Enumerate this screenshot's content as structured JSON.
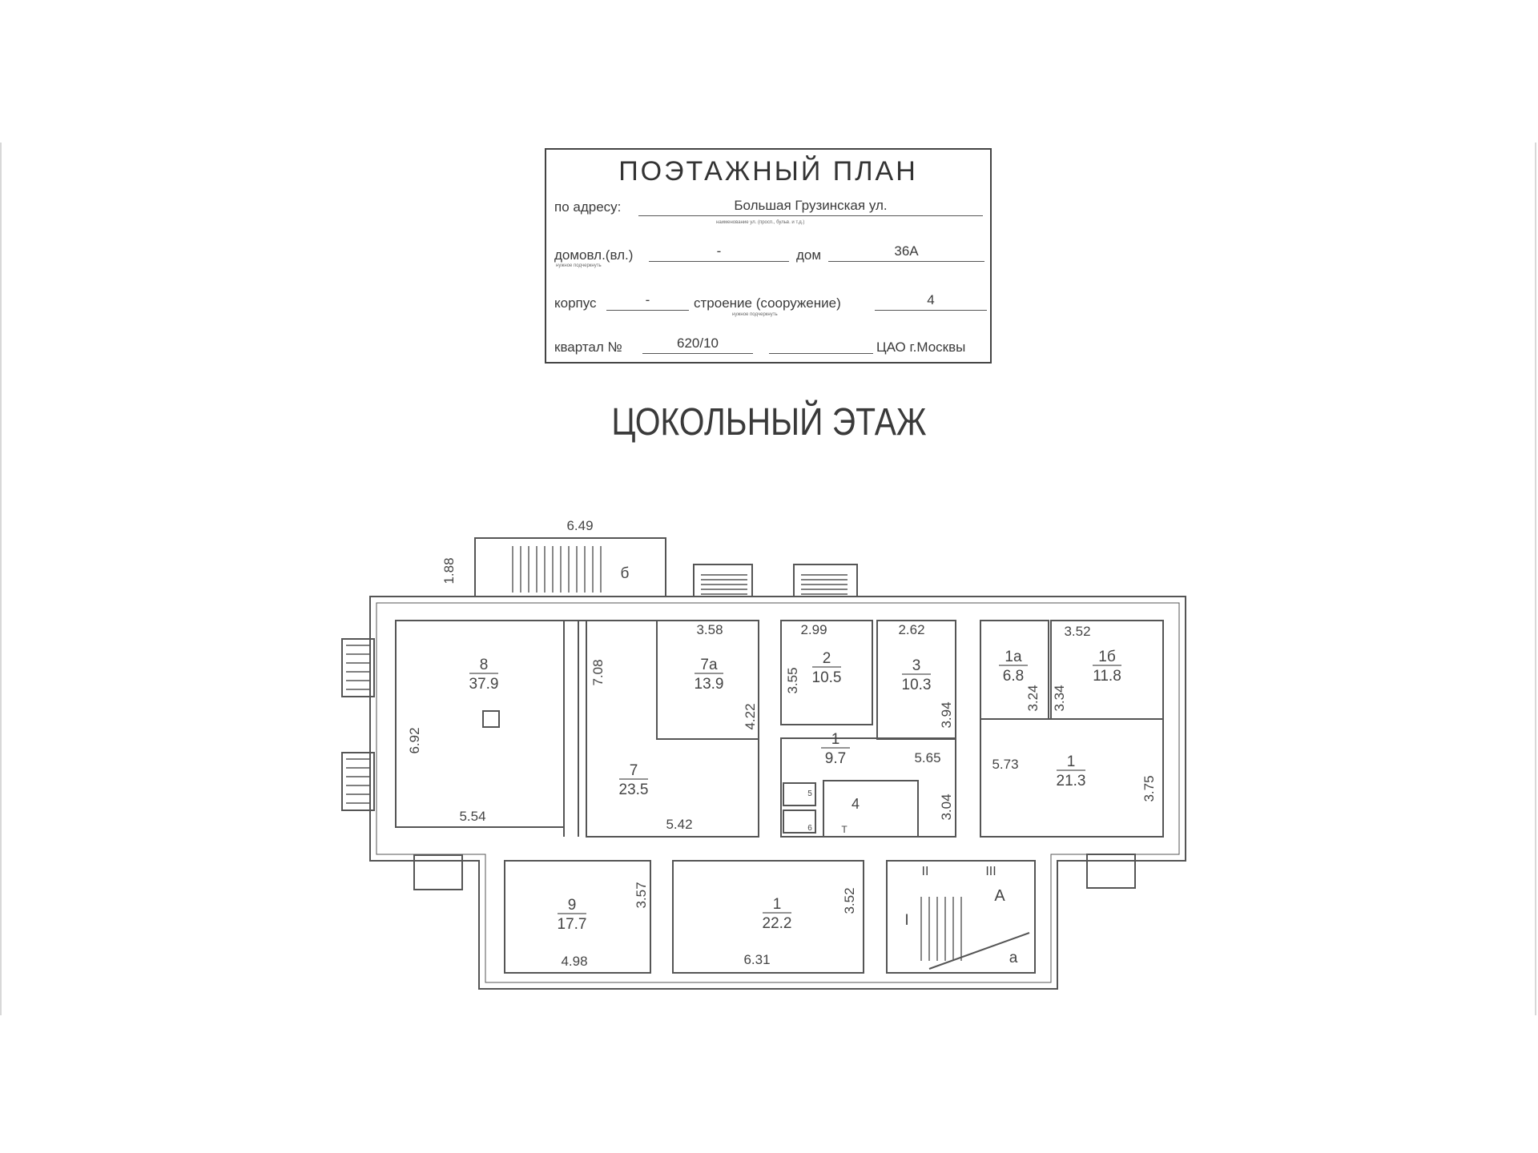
{
  "stamp": {
    "title": "ПОЭТАЖНЫЙ ПЛАН",
    "address_label": "по адресу:",
    "address_value": "Большая Грузинская ул.",
    "address_hint": "наименование ул. (просп., бульв. и т.д.)",
    "domovl_label": "домовл.(вл.)",
    "domovl_value": "-",
    "domovl_hint": "нужное подчеркнуть",
    "dom_label": "дом",
    "dom_value": "36А",
    "korpus_label": "корпус",
    "korpus_value": "-",
    "stroenie_label": "строение (сооружение)",
    "stroenie_value": "4",
    "stroenie_hint": "нужное подчеркнуть",
    "kvartal_label": "квартал №",
    "kvartal_value": "620/10",
    "district": "ЦАО г.Москвы"
  },
  "floor_title": "ЦОКОЛЬНЫЙ ЭТАЖ",
  "rooms": [
    {
      "num": "8",
      "area": "37.9"
    },
    {
      "num": "7а",
      "area": "13.9"
    },
    {
      "num": "7",
      "area": "23.5"
    },
    {
      "num": "2",
      "area": "10.5"
    },
    {
      "num": "3",
      "area": "10.3"
    },
    {
      "num": "1",
      "area": "9.7"
    },
    {
      "num": "1а",
      "area": "6.8"
    },
    {
      "num": "1б",
      "area": "11.8"
    },
    {
      "num": "1",
      "area": "21.3"
    },
    {
      "num": "9",
      "area": "17.7"
    },
    {
      "num": "1",
      "area": "22.2"
    }
  ],
  "room_labels": [
    "4",
    "5",
    "6",
    "Т",
    "б",
    "А",
    "а",
    "I",
    "II",
    "III"
  ],
  "dimensions": [
    "6.49",
    "1.88",
    "3.58",
    "2.99",
    "2.62",
    "3.52",
    "7.08",
    "3.55",
    "3.94",
    "3.24",
    "3.34",
    "6.92",
    "4.22",
    "5.65",
    "5.73",
    "3.75",
    "3.04",
    "5.54",
    "5.42",
    "3.57",
    "3.52",
    "4.98",
    "6.31"
  ]
}
